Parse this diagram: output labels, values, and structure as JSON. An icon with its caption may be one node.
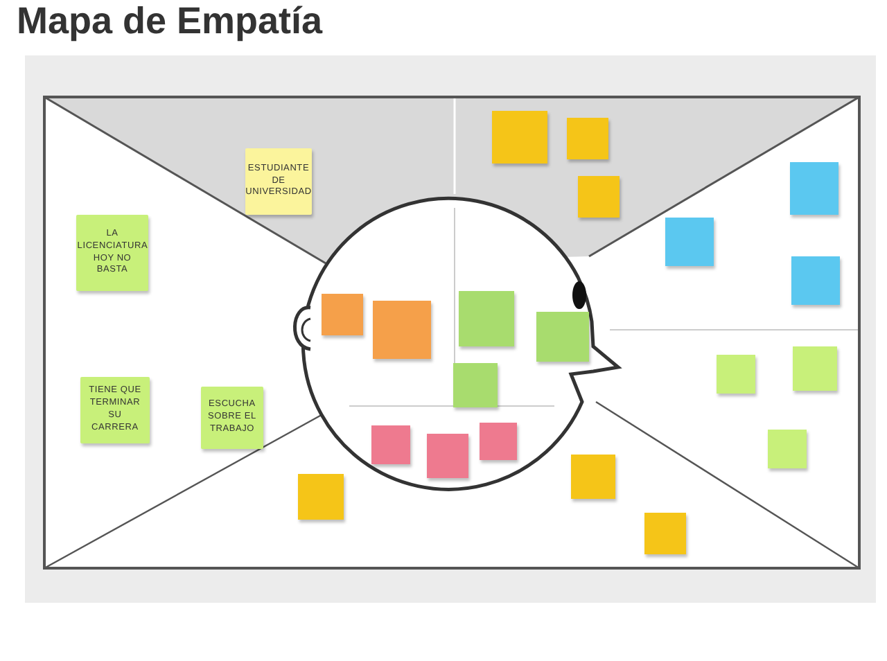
{
  "diagram": {
    "title": "Mapa de Empatía",
    "nodes": [
      {
        "text": [
          "ESTUDIANTE DE UNIVERSIDAD"
        ]
      },
      {
        "text": [],
        "shape": "box"
      },
      {
        "text": [],
        "shape": "box"
      },
      {
        "text": [
          "LA LICENCIATURA HOY NO BASTA"
        ]
      },
      {
        "text": [],
        "shape": "box"
      },
      {
        "text": [],
        "shape": "box"
      },
      {
        "text": [],
        "shape": "box"
      },
      {
        "text": [],
        "shape": "box"
      },
      {
        "text": [],
        "shape": "box"
      },
      {
        "text": [],
        "shape": "box"
      },
      {
        "text": [],
        "shape": "box"
      },
      {
        "text": [],
        "shape": "box"
      },
      {
        "text": [],
        "shape": "box"
      },
      {
        "text": [
          "TIENE QUE TERMINAR SU CARRERA"
        ]
      },
      {
        "text": [
          "ESCUCHA SOBRE EL TRABAJO"
        ]
      },
      {
        "text": [],
        "shape": "box"
      },
      {
        "text": [],
        "shape": "box"
      },
      {
        "text": [],
        "shape": "box"
      },
      {
        "text": [],
        "shape": "box"
      },
      {
        "text": [],
        "shape": "box"
      },
      {
        "text": [],
        "shape": "box"
      },
      {
        "text": [],
        "shape": "box"
      },
      {
        "text": [],
        "shape": "box"
      },
      {
        "text": [],
        "shape": "box"
      }
    ]
  }
}
